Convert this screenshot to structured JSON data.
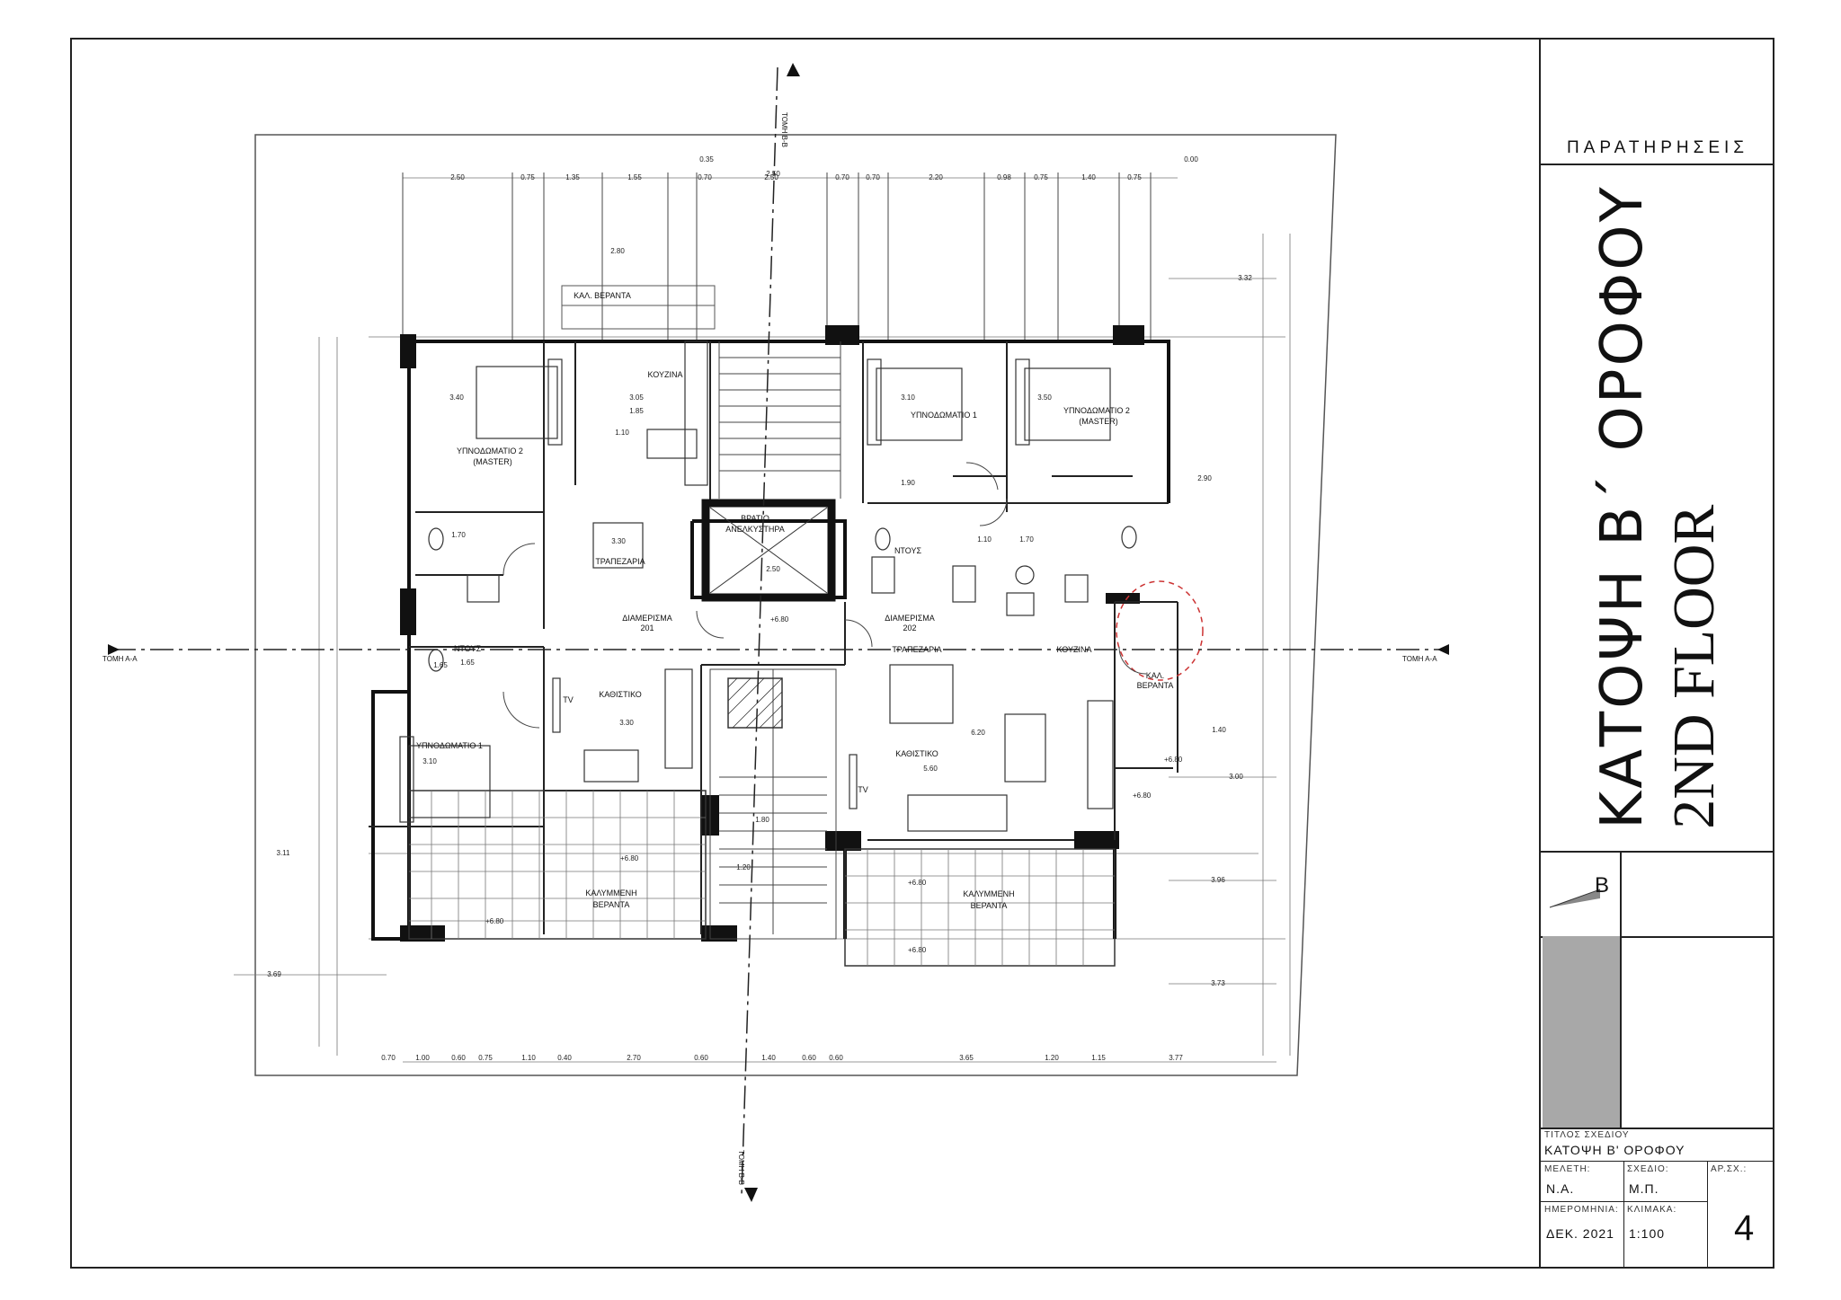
{
  "drawing": {
    "rooms": {
      "kitchen_left": "ΚΟΥΖΙΝΑ",
      "bedroom2_left": "ΥΠΝΟΔΩΜΑΤΙΟ 2",
      "bedroom2_left_sub": "(MASTER)",
      "dining_left": "ΤΡΑΠΕΖΑΡΙΑ",
      "storage": "ΒΡΑΤΙΟ",
      "storage_sub": "ΑΝΕΛΚΥΣΤΗΡΑ",
      "living_left": "ΚΑΘΙΣΤΙΚΟ",
      "bedroom1_left": "ΥΠΝΟΔΩΜΑΤΙΟ 1",
      "corridor_left": "ΔΙΑΜΕΡΙΣΜΑ",
      "corridor_left_no": "201",
      "wc_left": "ΝΤΟΥΣ",
      "veranda_left": "ΚΑΛΥΜΜΕΝΗ",
      "veranda_left_sub": "ΒΕΡΑΝΤΑ",
      "kal_veranda_top": "ΚΑΛ. ΒΕΡΑΝΤΑ",
      "bedroom1_right": "ΥΠΝΟΔΩΜΑΤΙΟ 1",
      "bedroom2_right": "ΥΠΝΟΔΩΜΑΤΙΟ 2",
      "bedroom2_right_sub": "(MASTER)",
      "wc_right": "ΝΤΟΥΣ",
      "corridor_right": "ΔΙΑΜΕΡΙΣΜΑ",
      "corridor_right_no": "202",
      "dining_right": "ΤΡΑΠΕΖΑΡΙΑ",
      "kitchen_right": "ΚΟΥΖΙΝΑ",
      "living_right": "ΚΑΘΙΣΤΙΚΟ",
      "veranda_right": "ΚΑΛΥΜΜΕΝΗ",
      "veranda_right_sub": "ΒΕΡΑΝΤΑ",
      "kal_veranda_right": "ΚΑΛ.",
      "kal_veranda_right_sub": "ΒΕΡΑΝΤΑ"
    },
    "section_left": "ΤΟΜΗ Α-Α",
    "section_right": "ΤΟΜΗ Α-Α",
    "section_top": "ΤΟΜΗ Β-Β",
    "section_bottom": "ΤΟΜΗ Β-Β",
    "top_dims": [
      "2.50",
      "0.75",
      "1.35",
      "1.55",
      "0.70",
      "2.50",
      "0.70",
      "0.70",
      "2.20",
      "0.98",
      "0.75",
      "1.40",
      "0.75"
    ],
    "top_small": [
      "0.35",
      "0.00"
    ],
    "bottom_dims": [
      "0.70",
      "1.00",
      "0.60",
      "0.75",
      "1.10",
      "0.40",
      "2.70",
      "0.60",
      "1.40",
      "0.60",
      "0.60",
      "3.65",
      "1.20",
      "1.15",
      "3.77"
    ],
    "levels": [
      "+6.80",
      "+6.80",
      "+6.80",
      "+6.80",
      "+6.80",
      "+6.80",
      "+6.80"
    ],
    "dims_misc": [
      "3.40",
      "3.05",
      "1.85",
      "1.10",
      "3.10",
      "3.50",
      "1.90",
      "1.10",
      "1.65",
      "1.70",
      "3.30",
      "2.50",
      "6.20",
      "5.60",
      "3.30",
      "3.10",
      "1.80",
      "2.90",
      "3.96",
      "3.73",
      "3.11",
      "3.69",
      "3.32",
      "3.00",
      "2.80",
      "2.50",
      "1.20",
      "1.70",
      "1.40",
      "1.65"
    ],
    "tv": "TV"
  },
  "titleblock": {
    "remarks": "ΠΑΡΑΤΗΡΗΣΕΙΣ",
    "title_gr": "ΚΑΤΟΨΗ Β΄ ΟΡΟΦΟΥ",
    "title_en": "2ND FLOOR",
    "revision_letter": "Β",
    "drawing_title_label": "ΤΙΤΛΟΣ ΣΧΕΔΙΟΥ",
    "drawing_title": "ΚΑΤΟΨΗ Β' ΟΡΟΦΟΥ",
    "study_label": "ΜΕΛΕΤΗ:",
    "study_value": "Ν.Α.",
    "drawn_label": "ΣΧΕΔΙΟ:",
    "drawn_value": "Μ.Π.",
    "sheet_label": "ΑΡ.ΣΧ.:",
    "sheet_value": "4",
    "date_label": "ΗΜΕΡΟΜΗΝΙΑ:",
    "date_value": "ΔΕΚ. 2021",
    "scale_label": "ΚΛΙΜΑΚΑ:",
    "scale_value": "1:100"
  }
}
